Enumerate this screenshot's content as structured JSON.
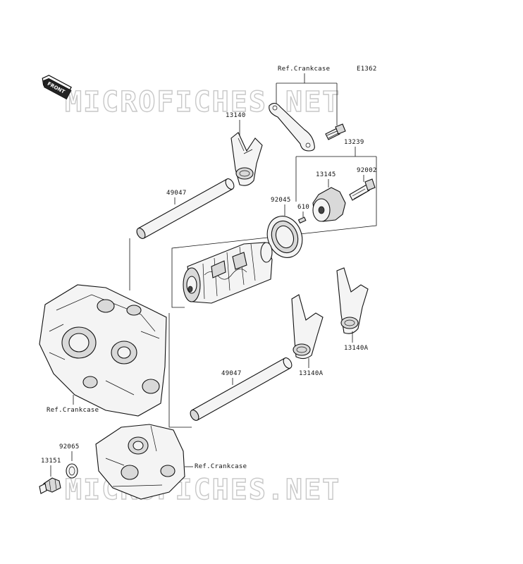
{
  "diagram_code": "E1362",
  "front_badge": "FRONT",
  "watermark": "MICROFICHES.NET",
  "labels": {
    "ref_crankcase_top": "Ref.Crankcase",
    "fork_13140": "13140",
    "drum_13239": "13239",
    "cam_13145": "13145",
    "bolt_92002": "92002",
    "bearing_92045": "92045",
    "pin_610": "610",
    "shaft_upper_49047": "49047",
    "fork_13140A_right": "13140A",
    "fork_13140A_mid": "13140A",
    "shaft_lower_49047": "49047",
    "ref_crankcase_left": "Ref.Crankcase",
    "washer_92065": "92065",
    "switch_13151": "13151",
    "ref_crankcase_bottom": "Ref.Crankcase"
  }
}
